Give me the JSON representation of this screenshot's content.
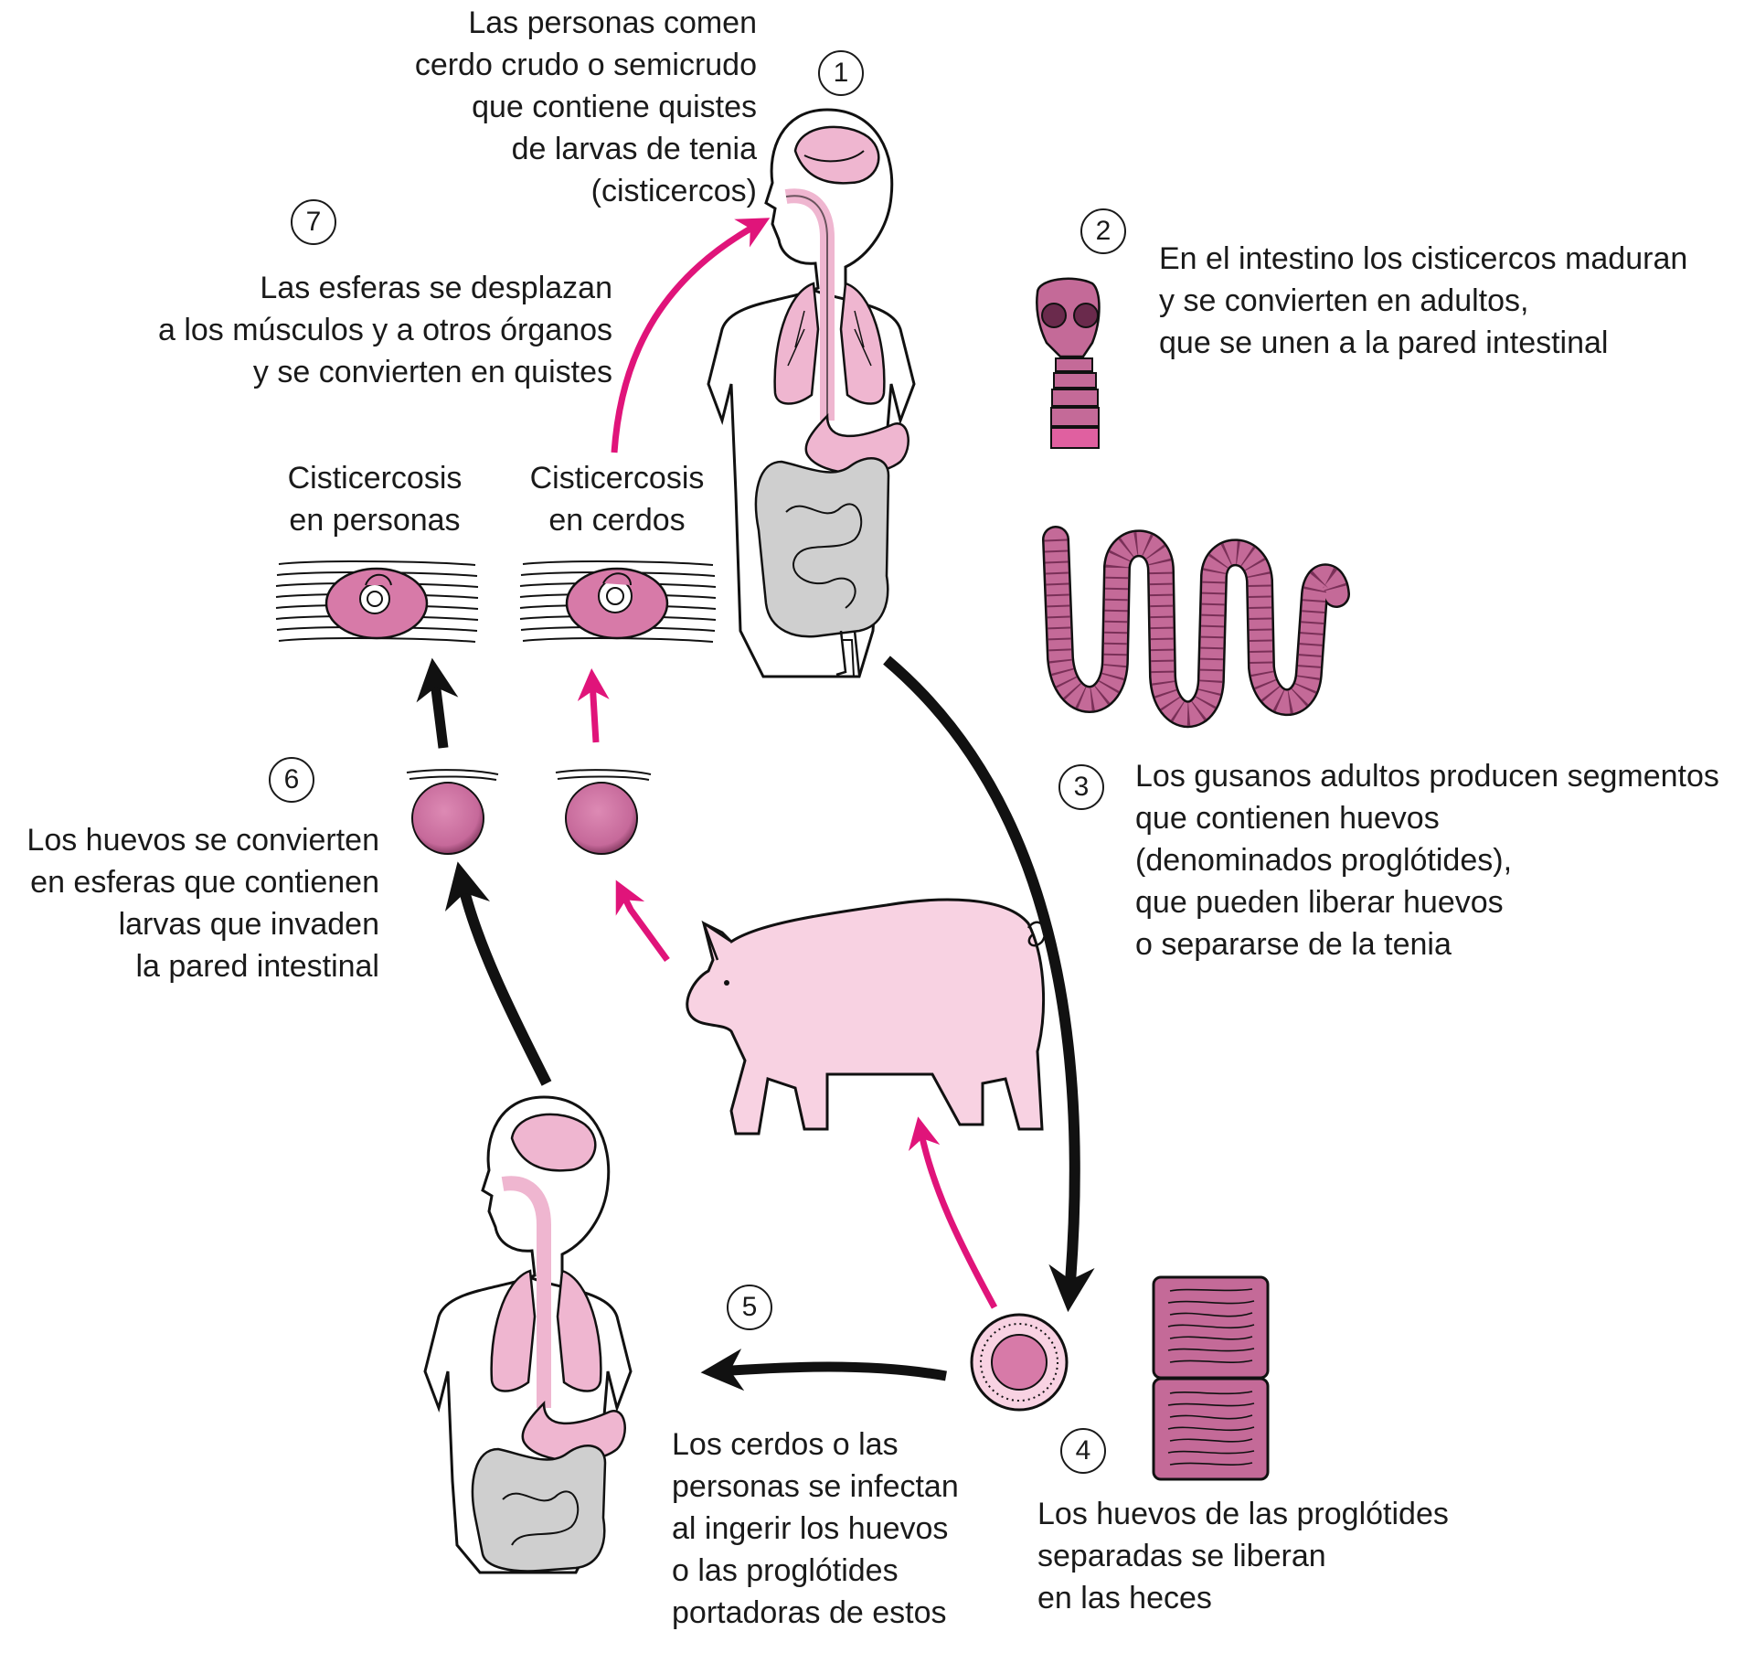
{
  "colors": {
    "pink_arrow": "#e0147a",
    "black_arrow": "#111111",
    "organ_pink": "#efb6d0",
    "tissue_pink": "#d77aa8",
    "worm_pink": "#c46a98",
    "intestine_gray": "#cfcfcf",
    "pig_pink": "#f8d2e2"
  },
  "steps": [
    {
      "number": "1",
      "text": "Las personas comen\ncerdo crudo o semicrudo\nque contiene quistes\nde larvas de tenia\n(cisticercos)"
    },
    {
      "number": "2",
      "text": "En el intestino los cisticercos maduran\ny se convierten en adultos,\nque se unen a la pared intestinal"
    },
    {
      "number": "3",
      "text": "Los gusanos adultos producen segmentos\nque contienen huevos\n(denominados proglótides),\nque pueden liberar huevos\no separarse de la tenia"
    },
    {
      "number": "4",
      "text": "Los huevos de las proglótides\nseparadas se liberan\nen las heces"
    },
    {
      "number": "5",
      "text": "Los cerdos o las\npersonas se infectan\nal ingerir los huevos\no las proglótides\nportadoras de estos"
    },
    {
      "number": "6",
      "text": "Los huevos se convierten\nen esferas que contienen\nlarvas que invaden\nla pared intestinal"
    },
    {
      "number": "7",
      "text": "Las esferas se desplazan\na los músculos y a otros órganos\ny se convierten en quistes"
    }
  ],
  "labels": {
    "cysticercosis_humans": "Cisticercosis\nen personas",
    "cysticercosis_pigs": "Cisticercosis\nen cerdos"
  },
  "icons": {
    "human_top": "human-body-icon",
    "tapeworm_head": "tapeworm-scolex-icon",
    "tapeworm_body": "tapeworm-icon",
    "egg": "egg-icon",
    "proglottids": "proglottid-icon",
    "pig": "pig-icon",
    "human_bottom": "human-body-icon",
    "oncosphere": "oncosphere-icon",
    "cyst": "cyst-icon"
  }
}
